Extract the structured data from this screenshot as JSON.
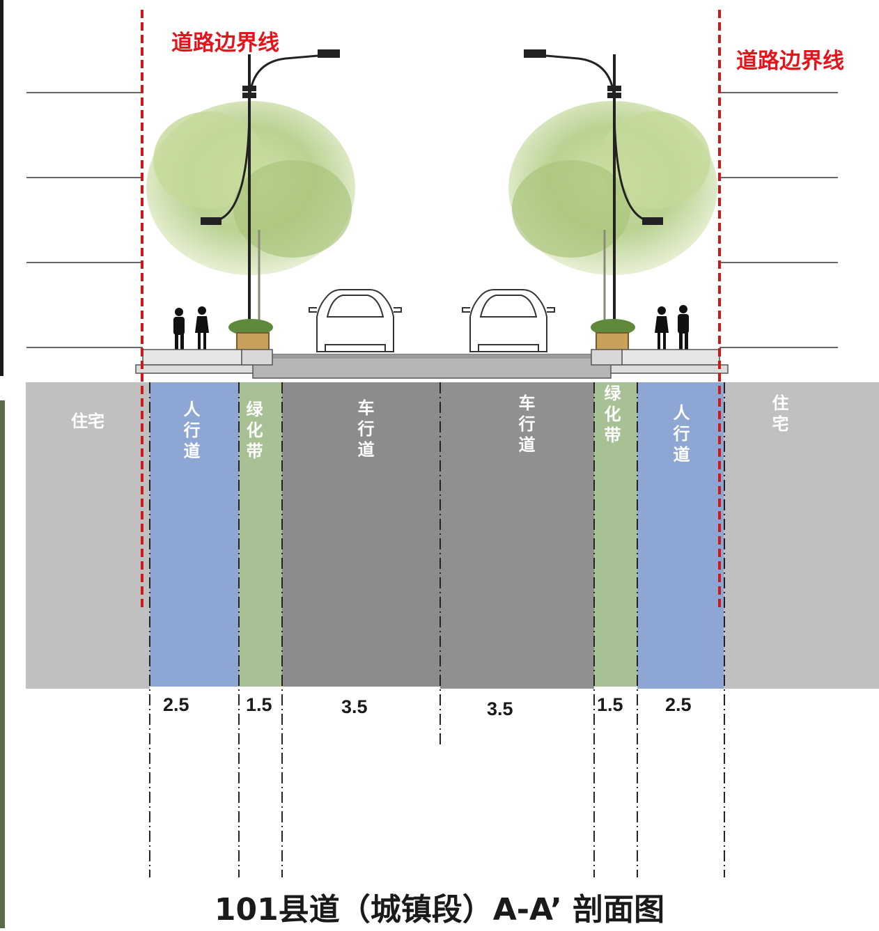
{
  "boundary": {
    "left_label": "道路边界线",
    "right_label": "道路边界线",
    "color": "#e3141b"
  },
  "zones": {
    "left_residence": "住宅",
    "left_sidewalk": "人行道",
    "left_green": "绿化带",
    "lane_1": "车行道",
    "lane_2": "车行道",
    "right_green": "绿化带",
    "right_sidewalk": "人行道",
    "right_residence": "住宅"
  },
  "dimensions": {
    "left_sidewalk": "2.5",
    "left_green": "1.5",
    "lane_1": "3.5",
    "lane_2": "3.5",
    "right_green": "1.5",
    "right_sidewalk": "2.5"
  },
  "colors": {
    "residence": "#c0c0c0",
    "sidewalk": "#8ea6d4",
    "green_belt": "#a8c194",
    "lane_1": "#8c8c8c",
    "lane_2": "#909090"
  },
  "title": "101县道（城镇段）A-A’ 剖面图"
}
